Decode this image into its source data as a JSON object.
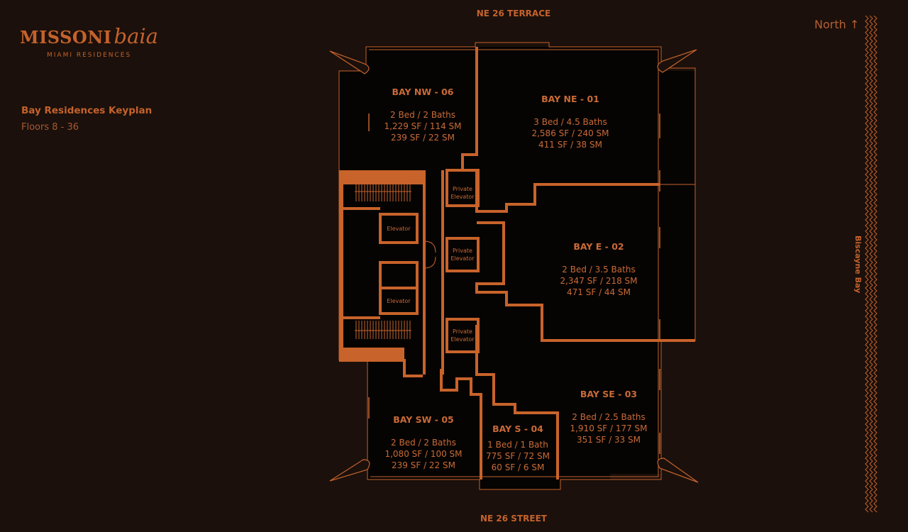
{
  "brand": {
    "name_bold": "MISSONI",
    "name_script": "baia",
    "tagline": "MIAMI RESIDENCES"
  },
  "keyplan": {
    "title": "Bay Residences Keyplan",
    "floors": "Floors 8 - 36"
  },
  "compass": "North ↑",
  "streets": {
    "top": "NE 26 TERRACE",
    "bottom": "NE 26 STREET",
    "right": "Biscayne Bay"
  },
  "colors": {
    "background": "#1b100b",
    "accent": "#c4622c",
    "wall": "#c8632b"
  },
  "units": [
    {
      "id": "nw06",
      "title": "BAY NW - 06",
      "beds": "2 Bed  /  2 Baths",
      "interior": "1,229 SF  /  114 SM",
      "exterior": "239 SF / 22 SM"
    },
    {
      "id": "ne01",
      "title": "BAY NE - 01",
      "beds": "3 Bed  /  4.5 Baths",
      "interior": "2,586 SF  /  240 SM",
      "exterior": "411 SF / 38 SM"
    },
    {
      "id": "e02",
      "title": "BAY E - 02",
      "beds": "2 Bed  /  3.5 Baths",
      "interior": "2,347 SF  /  218 SM",
      "exterior": "471 SF / 44 SM"
    },
    {
      "id": "se03",
      "title": "BAY SE - 03",
      "beds": "2 Bed  /  2.5 Baths",
      "interior": "1,910 SF  /  177 SM",
      "exterior": "351 SF / 33 SM"
    },
    {
      "id": "s04",
      "title": "BAY S - 04",
      "beds": "1 Bed  /  1 Bath",
      "interior": "775 SF / 72 SM",
      "exterior": "60 SF / 6 SM"
    },
    {
      "id": "sw05",
      "title": "BAY SW - 05",
      "beds": "2 Bed  /  2 Baths",
      "interior": "1,080 SF  /  100 SM",
      "exterior": "239 SF / 22 SM"
    }
  ],
  "core_labels": {
    "elevator_1": "Elevator",
    "elevator_2": "Elevator",
    "private_1": "Private Elevator",
    "private_2": "Private Elevator",
    "private_3": "Private Elevator"
  }
}
